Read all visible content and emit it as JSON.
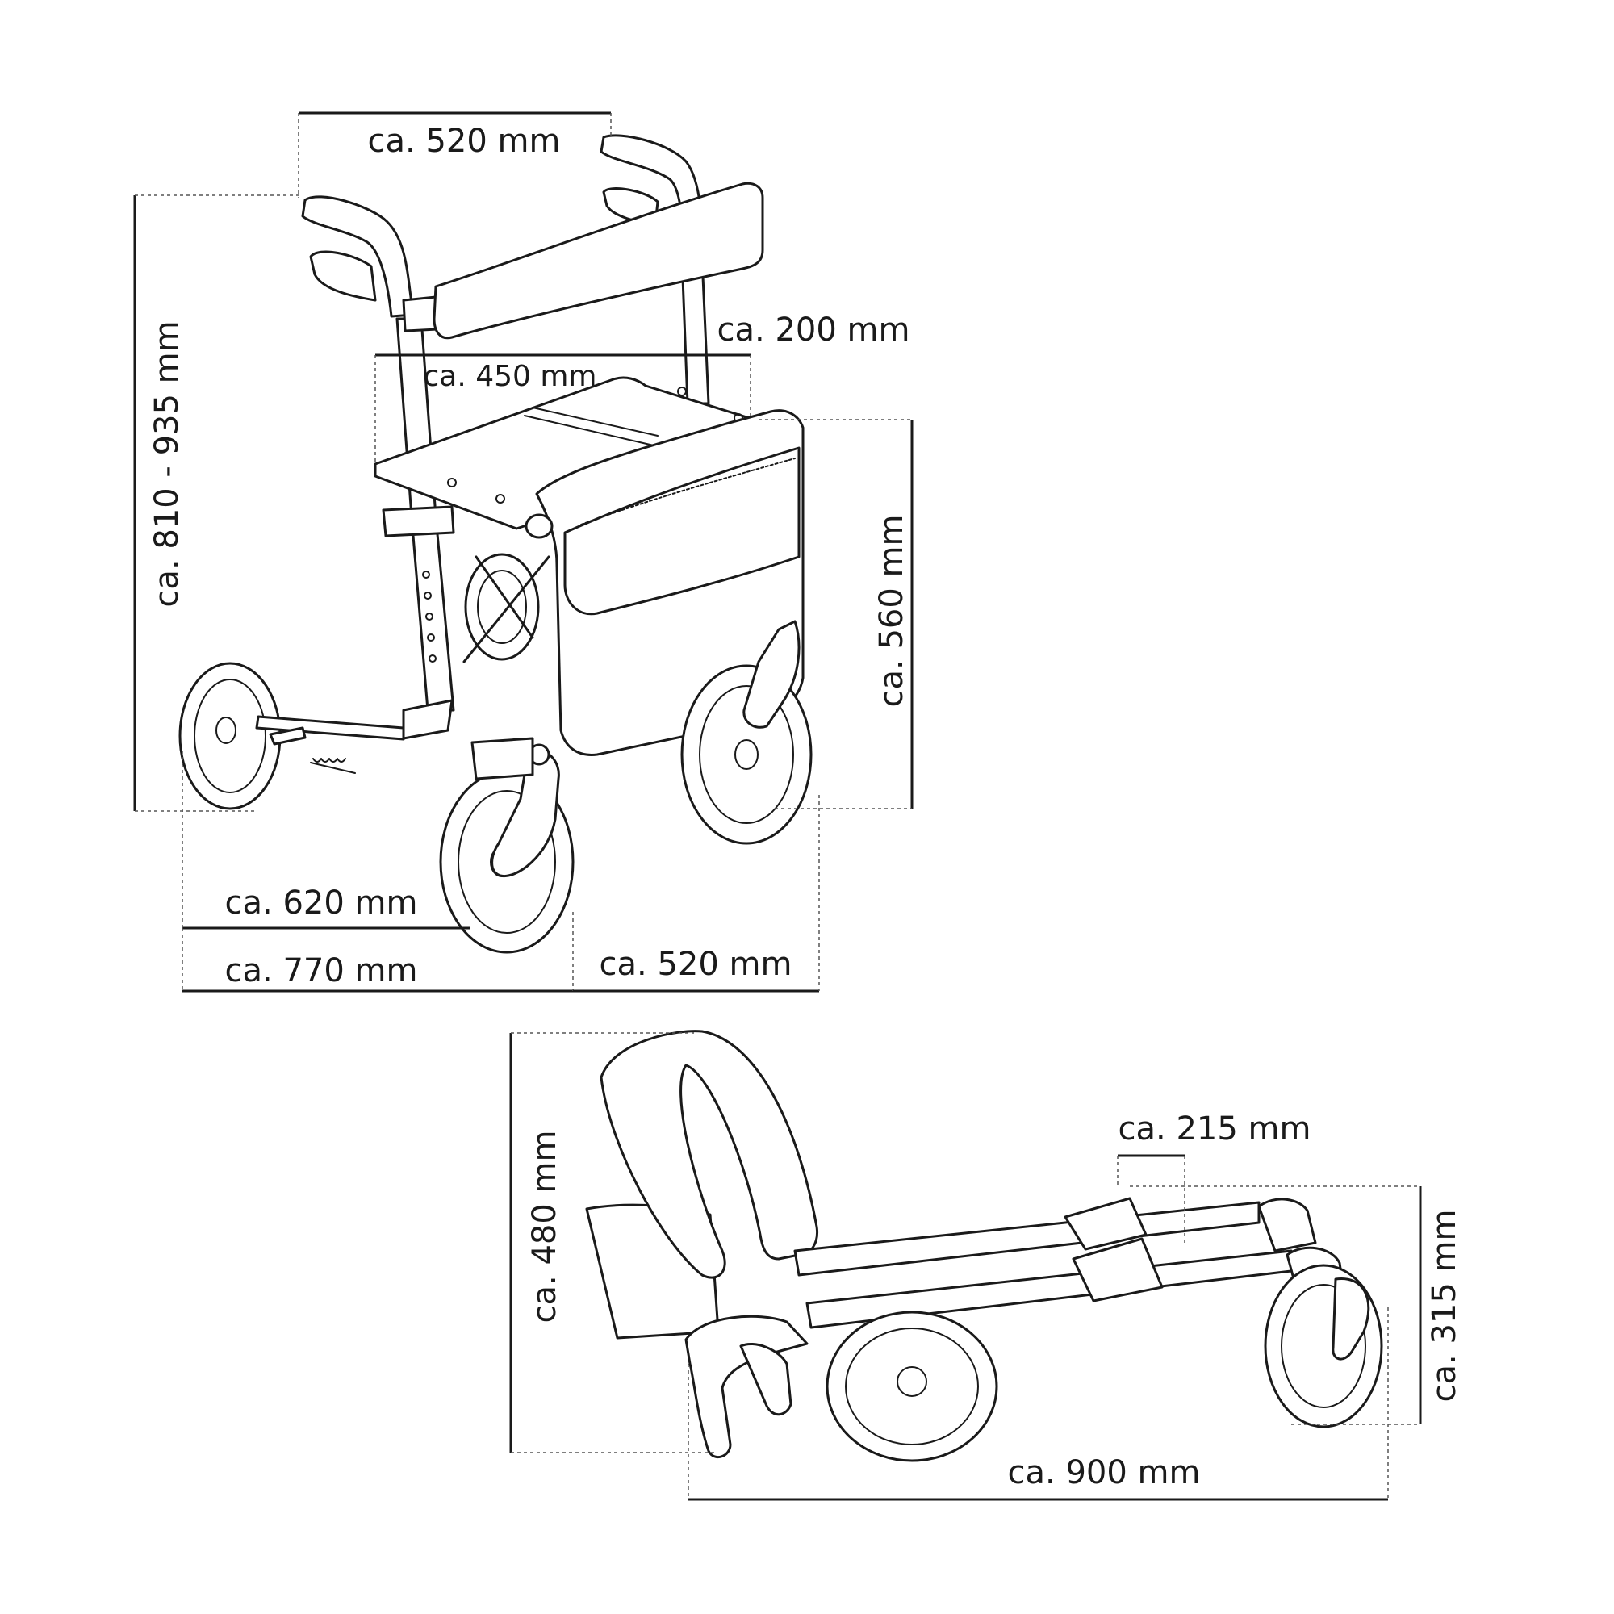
{
  "upright": {
    "dims": {
      "handle_width": "ca. 520 mm",
      "height": "ca. 810 - 935 mm",
      "backrest_depth": "ca. 200 mm",
      "seat_width": "ca. 450 mm",
      "seat_height": "ca. 560 mm",
      "inner_width": "ca. 620 mm",
      "length": "ca. 770 mm",
      "depth": "ca. 520 mm"
    }
  },
  "folded": {
    "dims": {
      "height": "ca. 480 mm",
      "fold_width": "ca. 215 mm",
      "side_height": "ca. 315 mm",
      "length": "ca. 900 mm"
    }
  }
}
